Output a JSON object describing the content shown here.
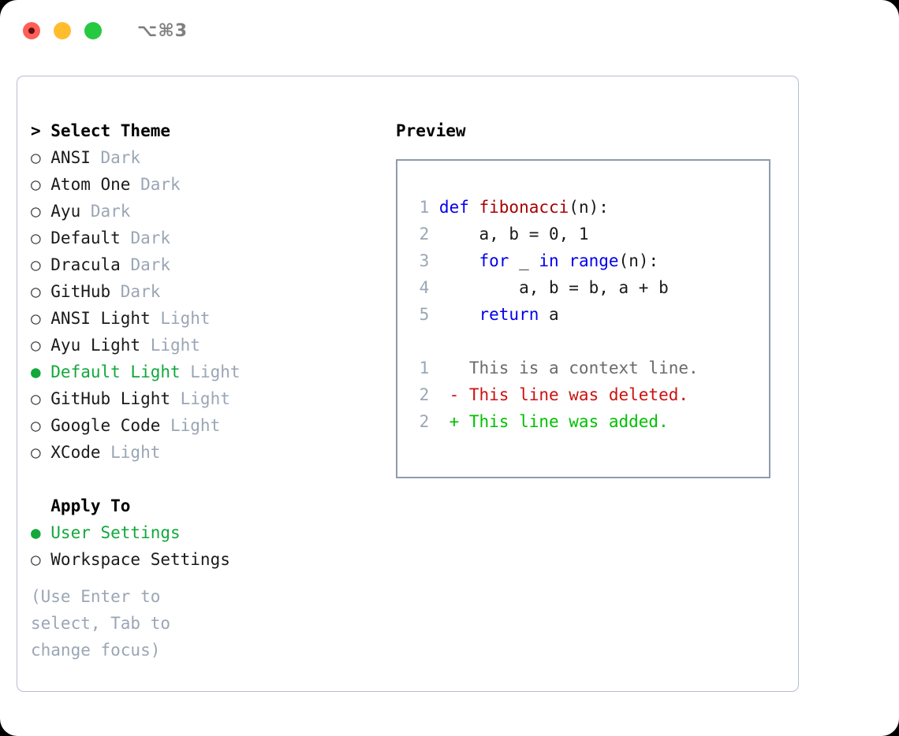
{
  "titlebar": {
    "shortcut": "⌥⌘3",
    "dots": [
      {
        "name": "close",
        "color": "#ff5f56"
      },
      {
        "name": "minimize",
        "color": "#ffbd2e"
      },
      {
        "name": "maximize",
        "color": "#28c840"
      }
    ]
  },
  "theme_picker": {
    "heading_marker": "> ",
    "heading": "Select Theme",
    "items": [
      {
        "marker": "○ ",
        "label": "ANSI",
        "suffix": " Dark",
        "selected": false
      },
      {
        "marker": "○ ",
        "label": "Atom One",
        "suffix": " Dark",
        "selected": false
      },
      {
        "marker": "○ ",
        "label": "Ayu",
        "suffix": " Dark",
        "selected": false
      },
      {
        "marker": "○ ",
        "label": "Default",
        "suffix": " Dark",
        "selected": false
      },
      {
        "marker": "○ ",
        "label": "Dracula",
        "suffix": " Dark",
        "selected": false
      },
      {
        "marker": "○ ",
        "label": "GitHub",
        "suffix": " Dark",
        "selected": false
      },
      {
        "marker": "○ ",
        "label": "ANSI Light",
        "suffix": " Light",
        "selected": false
      },
      {
        "marker": "○ ",
        "label": "Ayu Light",
        "suffix": " Light",
        "selected": false
      },
      {
        "marker": "● ",
        "label": "Default Light",
        "suffix": " Light",
        "selected": true
      },
      {
        "marker": "○ ",
        "label": "GitHub Light",
        "suffix": " Light",
        "selected": false
      },
      {
        "marker": "○ ",
        "label": "Google Code",
        "suffix": " Light",
        "selected": false
      },
      {
        "marker": "○ ",
        "label": "XCode",
        "suffix": " Light",
        "selected": false
      }
    ]
  },
  "apply_to": {
    "heading_marker": "  ",
    "heading": "Apply To",
    "items": [
      {
        "marker": "● ",
        "label": "User Settings",
        "suffix": "",
        "selected": true
      },
      {
        "marker": "○ ",
        "label": "Workspace Settings",
        "suffix": "",
        "selected": false
      }
    ]
  },
  "hint": "(Use Enter to select, Tab to change focus)",
  "preview": {
    "title": "Preview",
    "code_lines": [
      {
        "ln": "1",
        "tokens": [
          {
            "t": "def ",
            "c": "kw"
          },
          {
            "t": "fibonacci",
            "c": "fn"
          },
          {
            "t": "(n):",
            "c": "txt"
          }
        ]
      },
      {
        "ln": "2",
        "tokens": [
          {
            "t": "    a, b = 0, 1",
            "c": "txt"
          }
        ]
      },
      {
        "ln": "3",
        "tokens": [
          {
            "t": "    ",
            "c": "txt"
          },
          {
            "t": "for",
            "c": "kw"
          },
          {
            "t": " _ ",
            "c": "txt"
          },
          {
            "t": "in",
            "c": "kw"
          },
          {
            "t": " ",
            "c": "txt"
          },
          {
            "t": "range",
            "c": "kw"
          },
          {
            "t": "(n):",
            "c": "txt"
          }
        ]
      },
      {
        "ln": "4",
        "tokens": [
          {
            "t": "        a, b = b, a + b",
            "c": "txt"
          }
        ]
      },
      {
        "ln": "5",
        "tokens": [
          {
            "t": "    ",
            "c": "txt"
          },
          {
            "t": "return",
            "c": "kw"
          },
          {
            "t": " a",
            "c": "txt"
          }
        ]
      }
    ],
    "diff_lines": [
      {
        "ln": "1",
        "tokens": [
          {
            "t": "   This is a context line.",
            "c": "ctx"
          }
        ]
      },
      {
        "ln": "2",
        "tokens": [
          {
            "t": " - This line was deleted.",
            "c": "del"
          }
        ]
      },
      {
        "ln": "2",
        "tokens": [
          {
            "t": " + This line was added.",
            "c": "add"
          }
        ]
      }
    ]
  },
  "colors": {
    "selected_green": "#12a83c",
    "keyword_blue": "#0000ee",
    "function_red": "#a80000",
    "diff_deleted": "#cc1111",
    "diff_added": "#00c000",
    "muted_gray": "#9aa6b5",
    "border_gray": "#8f9cad"
  }
}
